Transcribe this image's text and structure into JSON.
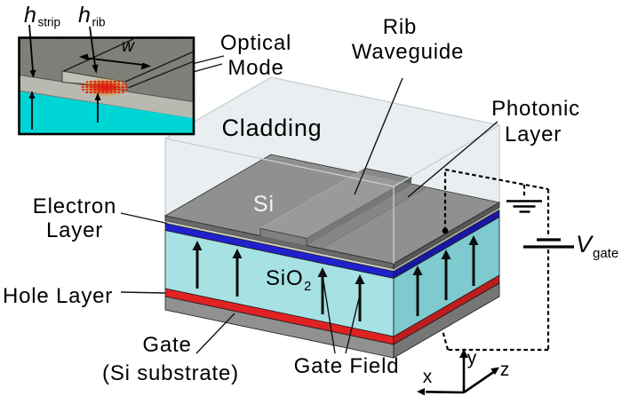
{
  "inset": {
    "h_strip": {
      "main": "h",
      "sub": "strip"
    },
    "h_rib": {
      "main": "h",
      "sub": "rib"
    },
    "width_label": "w"
  },
  "callouts": {
    "optical_mode": {
      "line1": "Optical",
      "line2": "Mode"
    },
    "rib_waveguide": {
      "line1": "Rib",
      "line2": "Waveguide"
    },
    "photonic_layer": {
      "line1": "Photonic",
      "line2": "Layer"
    },
    "cladding": "Cladding",
    "electron_layer": {
      "line1": "Electron",
      "line2": "Layer"
    },
    "hole_layer": "Hole Layer",
    "gate": {
      "line1": "Gate",
      "line2": "(Si substrate)"
    },
    "gate_field": "Gate Field",
    "si": "Si",
    "sio2": {
      "main": "SiO",
      "sub": "2"
    },
    "v_gate": {
      "main": "V",
      "sub": "gate"
    }
  },
  "axes": {
    "x": "x",
    "y": "y",
    "z": "z"
  },
  "colors": {
    "background": "#ffffff",
    "si_top": "#7d7d7d",
    "si_front": "#6a6a6a",
    "si_right": "#585858",
    "rib_top": "#898989",
    "rib_side": "#606060",
    "slab_recess": "#717171",
    "pale_line": "#cdcdc1",
    "electron_blue_front": "#2121cb",
    "electron_blue_right": "#1717a3",
    "oxide_cyan_front": "#a6e1e3",
    "oxide_cyan_right": "#7ecace",
    "hole_red_front": "#e02222",
    "hole_red_right": "#bb1d1d",
    "gate_gray_front": "#919191",
    "gate_gray_right": "#767676",
    "cladding_fill": "#e9eef0",
    "cladding_edge": "#c6ced2",
    "inset_bg": "#74786f",
    "inset_slab": "#b8b9b0",
    "inset_rib": "#c0c1b7",
    "inset_cyan": "#00d5d5",
    "mode_core": "#dd1010",
    "line_black": "#000000"
  }
}
